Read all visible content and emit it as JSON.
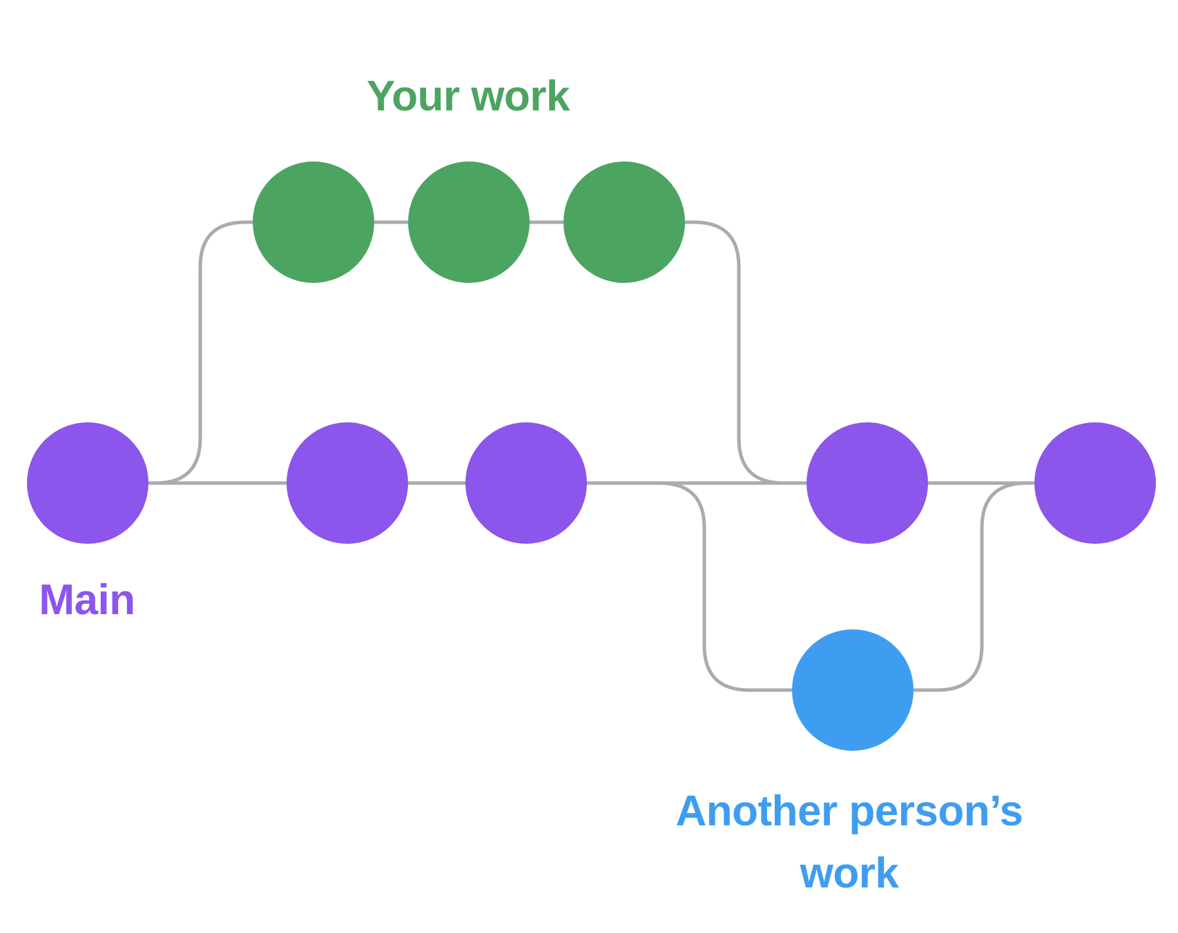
{
  "diagram": {
    "type": "git-branch-illustration",
    "background_color": "#ffffff",
    "connector_color": "#ABABAB",
    "branches": {
      "main": {
        "label": "Main",
        "color": "#8C55EB",
        "commit_count": 5
      },
      "your_work": {
        "label": "Your work",
        "color": "#4CA461",
        "commit_count": 3
      },
      "another_person": {
        "label_line1": "Another person’s",
        "label_line2": "work",
        "color": "#3E9DF0",
        "commit_count": 1
      }
    }
  }
}
